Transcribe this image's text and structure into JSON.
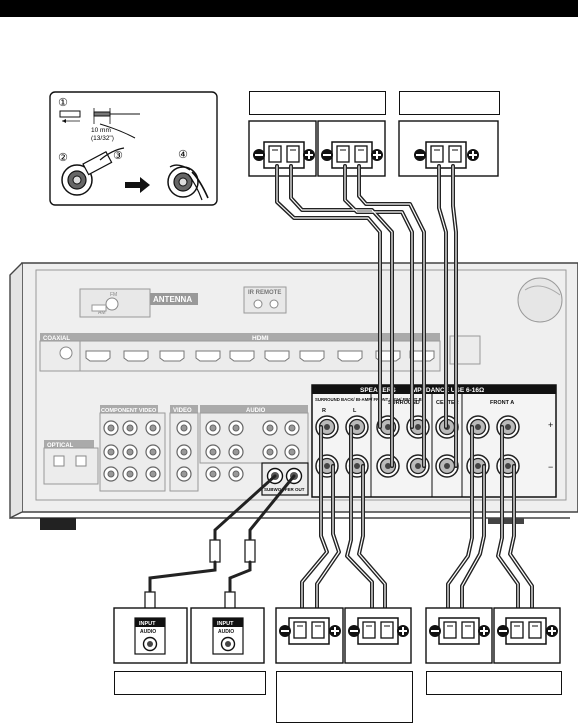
{
  "header": {
    "bar_color": "#000000"
  },
  "inset": {
    "step_1": "①",
    "step_2": "②",
    "step_3": "③",
    "step_4": "④",
    "strip_length": "10 mm",
    "strip_length_in": "(13/32\")"
  },
  "receiver": {
    "antenna_label": "ANTENNA",
    "fm_label": "FM",
    "am_label": "AM",
    "ir_remote_label": "IR REMOTE",
    "coaxial_label": "COAXIAL",
    "hdmi_label": "HDMI",
    "component_video_label": "COMPONENT VIDEO",
    "video_label": "VIDEO",
    "audio_label": "AUDIO",
    "optical_label": "OPTICAL",
    "subwoofer_out_label": "SUBWOOFER\nOUT",
    "speakers_label": "SPEAKERS",
    "impedance_label": "IMPEDANCE USE 6-16Ω",
    "surround_back_label": "SURROUND BACK/ BI-AMP/\nFRONT HIGH/ FRONT B",
    "surround_label": "SURROUND",
    "center_label": "CENTER",
    "front_a_label": "FRONT A",
    "r_label": "R",
    "l_label": "L",
    "plus": "+",
    "minus": "−"
  },
  "speakers": {
    "minus": "⊖",
    "plus": "⊕"
  },
  "subwoofer": {
    "input_label": "INPUT",
    "audio_label": "AUDIO"
  },
  "colors": {
    "panel": "#eeeeee",
    "panel_stroke": "#555555",
    "cable": "#222222",
    "cable_highlight": "#ffffff",
    "label_black": "#111111"
  }
}
